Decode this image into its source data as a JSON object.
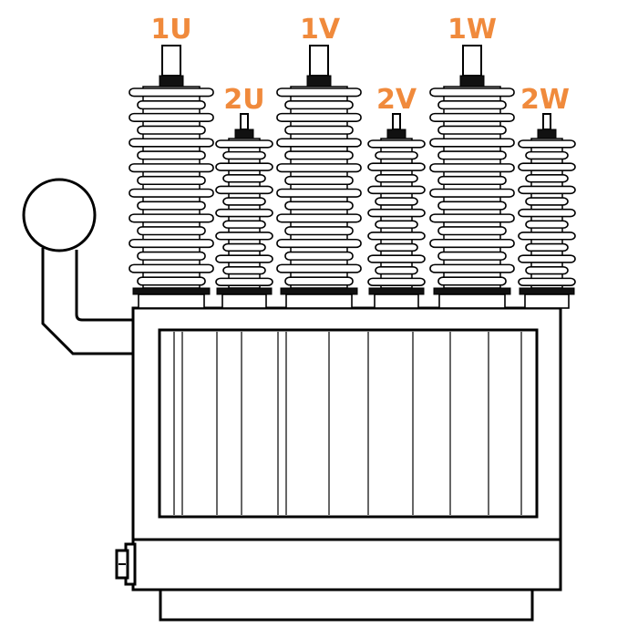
{
  "colors": {
    "label": "#F08A3C",
    "stroke": "#000000",
    "insulator_fill": "#ffffff"
  },
  "terminals": [
    {
      "label": "1U",
      "voltage_side": "high"
    },
    {
      "label": "2U",
      "voltage_side": "low"
    },
    {
      "label": "1V",
      "voltage_side": "high"
    },
    {
      "label": "2V",
      "voltage_side": "low"
    },
    {
      "label": "1W",
      "voltage_side": "high"
    },
    {
      "label": "2W",
      "voltage_side": "low"
    }
  ]
}
